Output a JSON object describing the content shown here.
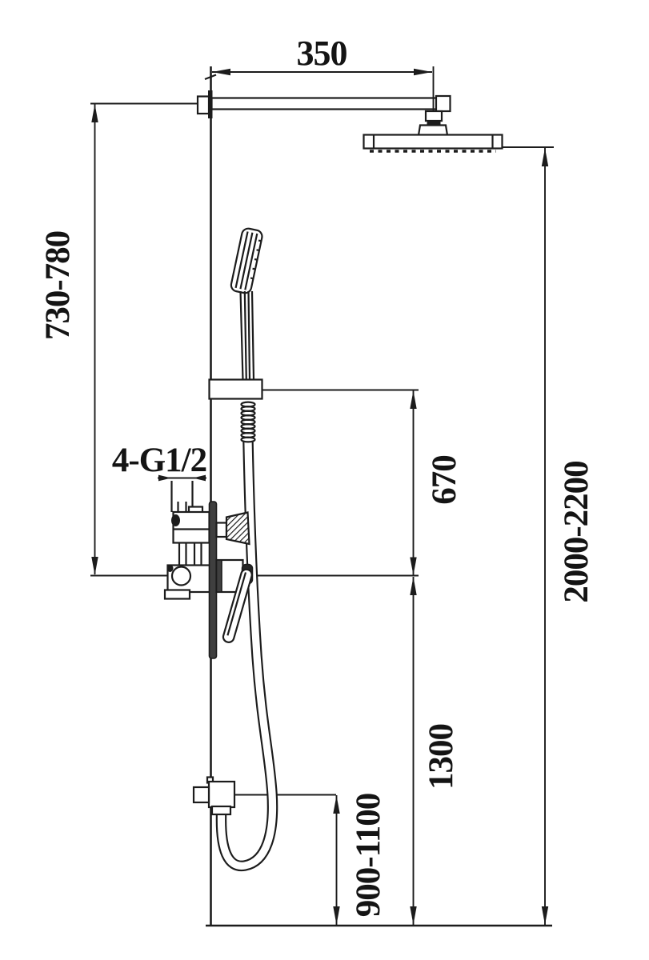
{
  "labels": {
    "arm_length": "350",
    "arm_height_range": "730-780",
    "thread_spec": "4-G1/2",
    "bracket_to_valve": "670",
    "valve_to_floor": "1300",
    "outlet_height_range": "900-1100",
    "head_height_range": "2000-2200"
  },
  "colors": {
    "line_color": "#1c1c1c",
    "background": "#ffffff"
  }
}
